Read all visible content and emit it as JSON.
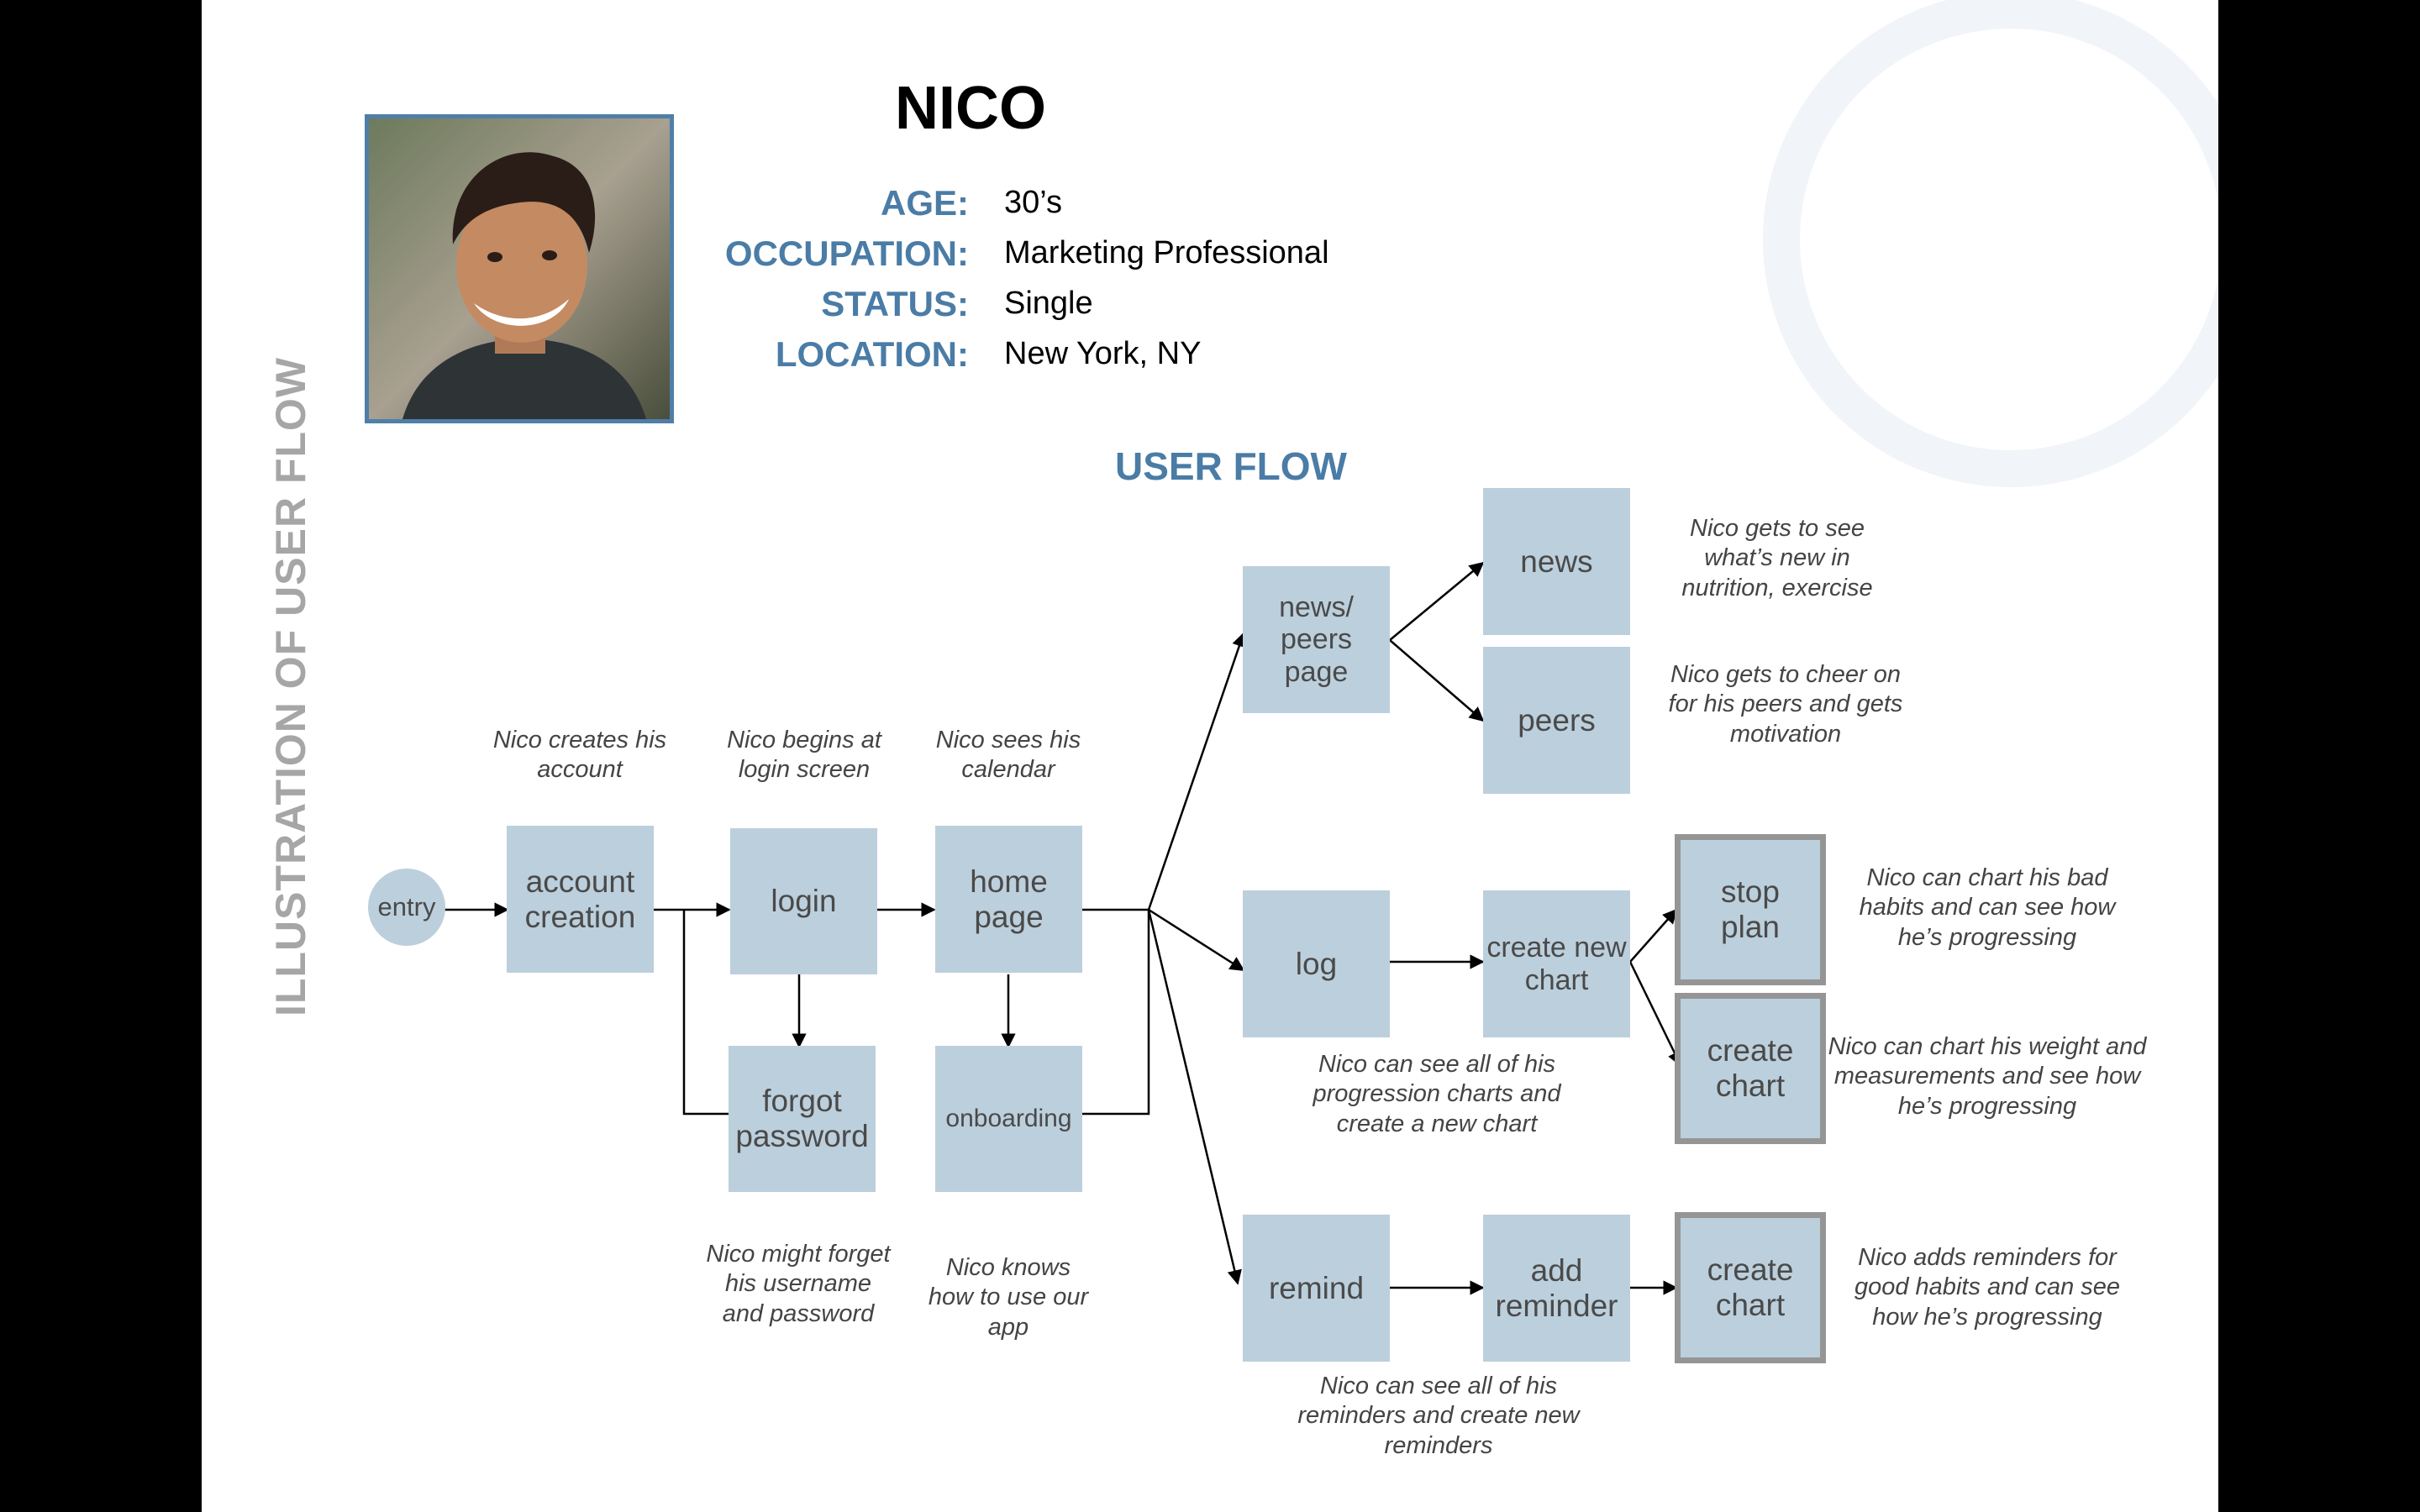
{
  "persona": {
    "name": "NICO",
    "fields": [
      {
        "label": "AGE:",
        "value": "30’s"
      },
      {
        "label": "OCCUPATION:",
        "value": "Marketing Professional"
      },
      {
        "label": "STATUS:",
        "value": "Single"
      },
      {
        "label": "LOCATION:",
        "value": "New York, NY"
      }
    ]
  },
  "side_title": "ILLUSTRATION OF USER FLOW",
  "flow_title": "USER FLOW",
  "nodes": {
    "entry": "entry",
    "account_creation": "account creation",
    "login": "login",
    "forgot_password": "forgot password",
    "home_page": "home page",
    "onboarding": "onboarding",
    "news_peers_page": "news/ peers page",
    "news": "news",
    "peers": "peers",
    "log": "log",
    "create_new_chart": "create new chart",
    "stop_plan": "stop plan",
    "create_chart_1": "create chart",
    "remind": "remind",
    "add_reminder": "add reminder",
    "create_chart_2": "create chart"
  },
  "notes": {
    "account": "Nico creates his account",
    "login": "Nico begins at login screen",
    "home": "Nico sees his calendar",
    "forgot": "Nico might forget his username and password",
    "onboarding": "Nico knows how to use our app",
    "news": "Nico gets to see what’s new in nutrition, exercise",
    "peers": "Nico gets to cheer on for his peers and gets motivation",
    "log": "Nico can see all of his progression charts and create a new chart",
    "stop_plan": "Nico can chart his bad habits and can see how he’s progressing",
    "create_chart": "Nico can chart his weight and measurements and see how he’s progressing",
    "remind": "Nico can see all of his reminders and create new reminders",
    "reminder_chart": "Nico adds reminders for good habits and can see how he’s progressing"
  },
  "colors": {
    "accent": "#4a7ca6",
    "node_fill": "#bccfdc",
    "node_outline": "#959595"
  }
}
